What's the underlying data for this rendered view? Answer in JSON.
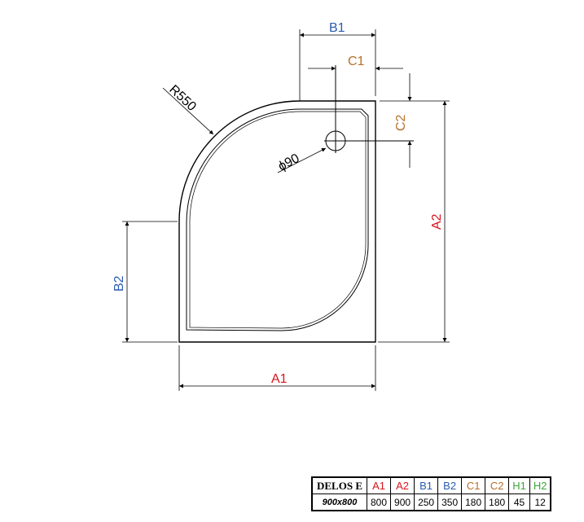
{
  "drawing": {
    "labels": {
      "radius": "R550",
      "drain_diameter": "ϕ90",
      "B1": "B1",
      "C1": "C1",
      "C2": "C2",
      "A2": "A2",
      "B2": "B2",
      "A1": "A1"
    },
    "colors": {
      "A": "#d9141c",
      "B": "#2a5bb0",
      "C": "#b5702a",
      "H": "#3aa63a",
      "line": "#000000",
      "dim": "#555555"
    }
  },
  "spec_table": {
    "model": "DELOS E",
    "size": "900x800",
    "headers": [
      "A1",
      "A2",
      "B1",
      "B2",
      "C1",
      "C2",
      "H1",
      "H2"
    ],
    "values": [
      "800",
      "900",
      "250",
      "350",
      "180",
      "180",
      "45",
      "12"
    ]
  }
}
